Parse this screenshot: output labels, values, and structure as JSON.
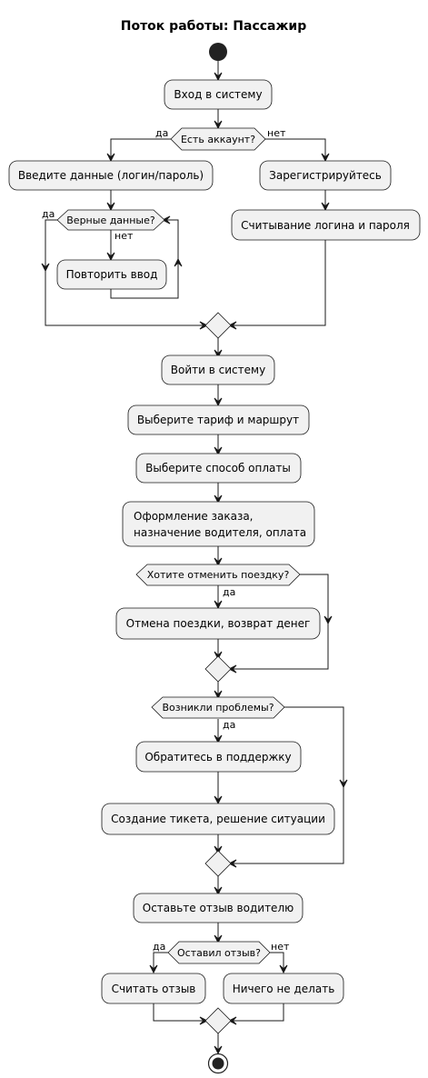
{
  "title": "Поток работы: Пассажир",
  "actions": {
    "login_entry": "Вход в систему",
    "enter_credentials": "Введите данные (логин/пароль)",
    "register": "Зарегистрируйтесь",
    "read_credentials": "Считывание логина и пароля",
    "retry_input": "Повторить ввод",
    "sign_in": "Войти в систему",
    "choose_tariff": "Выберите тариф и маршрут",
    "choose_payment": "Выберите способ оплаты",
    "order_line1": "Оформление заказа,",
    "order_line2": "назначение водителя, оплата",
    "cancel_refund": "Отмена поездки, возврат денег",
    "contact_support": "Обратитесь в поддержку",
    "create_ticket": "Создание тикета, решение ситуации",
    "leave_review": "Оставьте отзыв водителю",
    "read_review": "Считать отзыв",
    "do_nothing": "Ничего не делать"
  },
  "decisions": {
    "has_account": "Есть аккаунт?",
    "valid_data": "Верные данные?",
    "cancel_trip": "Хотите отменить поездку?",
    "problems": "Возникли проблемы?",
    "left_review": "Оставил отзыв?"
  },
  "labels": {
    "has_account_yes": "да",
    "has_account_no": "нет",
    "valid_yes": "да",
    "valid_no": "нет",
    "cancel_yes": "да",
    "problems_yes": "да",
    "review_yes": "да",
    "review_no": "нет"
  }
}
